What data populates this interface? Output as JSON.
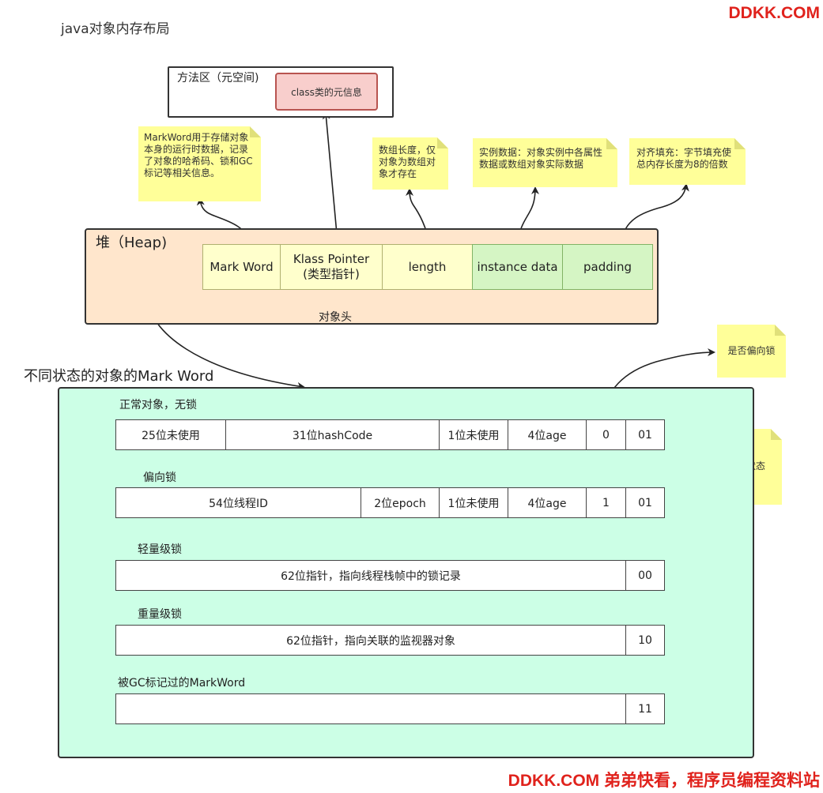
{
  "title": "java对象内存布局",
  "brand_top": "DDKK.COM",
  "brand_bottom": "DDKK.COM 弟弟快看，程序员编程资料站",
  "method_area": {
    "label": "方法区（元空间)",
    "class_info": "class类的元信息"
  },
  "notes": {
    "markword": "MarkWord用于存储对象本身的运行时数据，记录了对象的哈希码、锁和GC标记等相关信息。",
    "length": "数组长度，仅对象为数组对象才存在",
    "instance": "实例数据：对象实例中各属性数据或数组对象实际数据",
    "padding": "对齐填充：字节填充使总内存长度为8的倍数",
    "biased": "是否偏向锁",
    "lock_state": "锁状态"
  },
  "heap": {
    "label": "堆（Heap)",
    "cells": {
      "mark_word": "Mark Word",
      "klass_pointer": "Klass Pointer",
      "klass_pointer_sub": "(类型指针)",
      "length": "length",
      "instance_data": "instance data",
      "padding": "padding"
    },
    "header_label": "对象头"
  },
  "markword_section": {
    "title": "不同状态的对象的Mark Word",
    "rows": [
      {
        "label": "正常对象，无锁",
        "cells": [
          "25位未使用",
          "31位hashCode",
          "1位未使用",
          "4位age",
          "0",
          "01"
        ]
      },
      {
        "label": "偏向锁",
        "cells": [
          "54位线程ID",
          "2位epoch",
          "1位未使用",
          "4位age",
          "1",
          "01"
        ]
      },
      {
        "label": "轻量级锁",
        "cells": [
          "62位指针，指向线程栈帧中的锁记录",
          "00"
        ]
      },
      {
        "label": "重量级锁",
        "cells": [
          "62位指针，指向关联的监视器对象",
          "10"
        ]
      },
      {
        "label": "被GC标记过的MarkWord",
        "cells": [
          "",
          "11"
        ]
      }
    ]
  }
}
